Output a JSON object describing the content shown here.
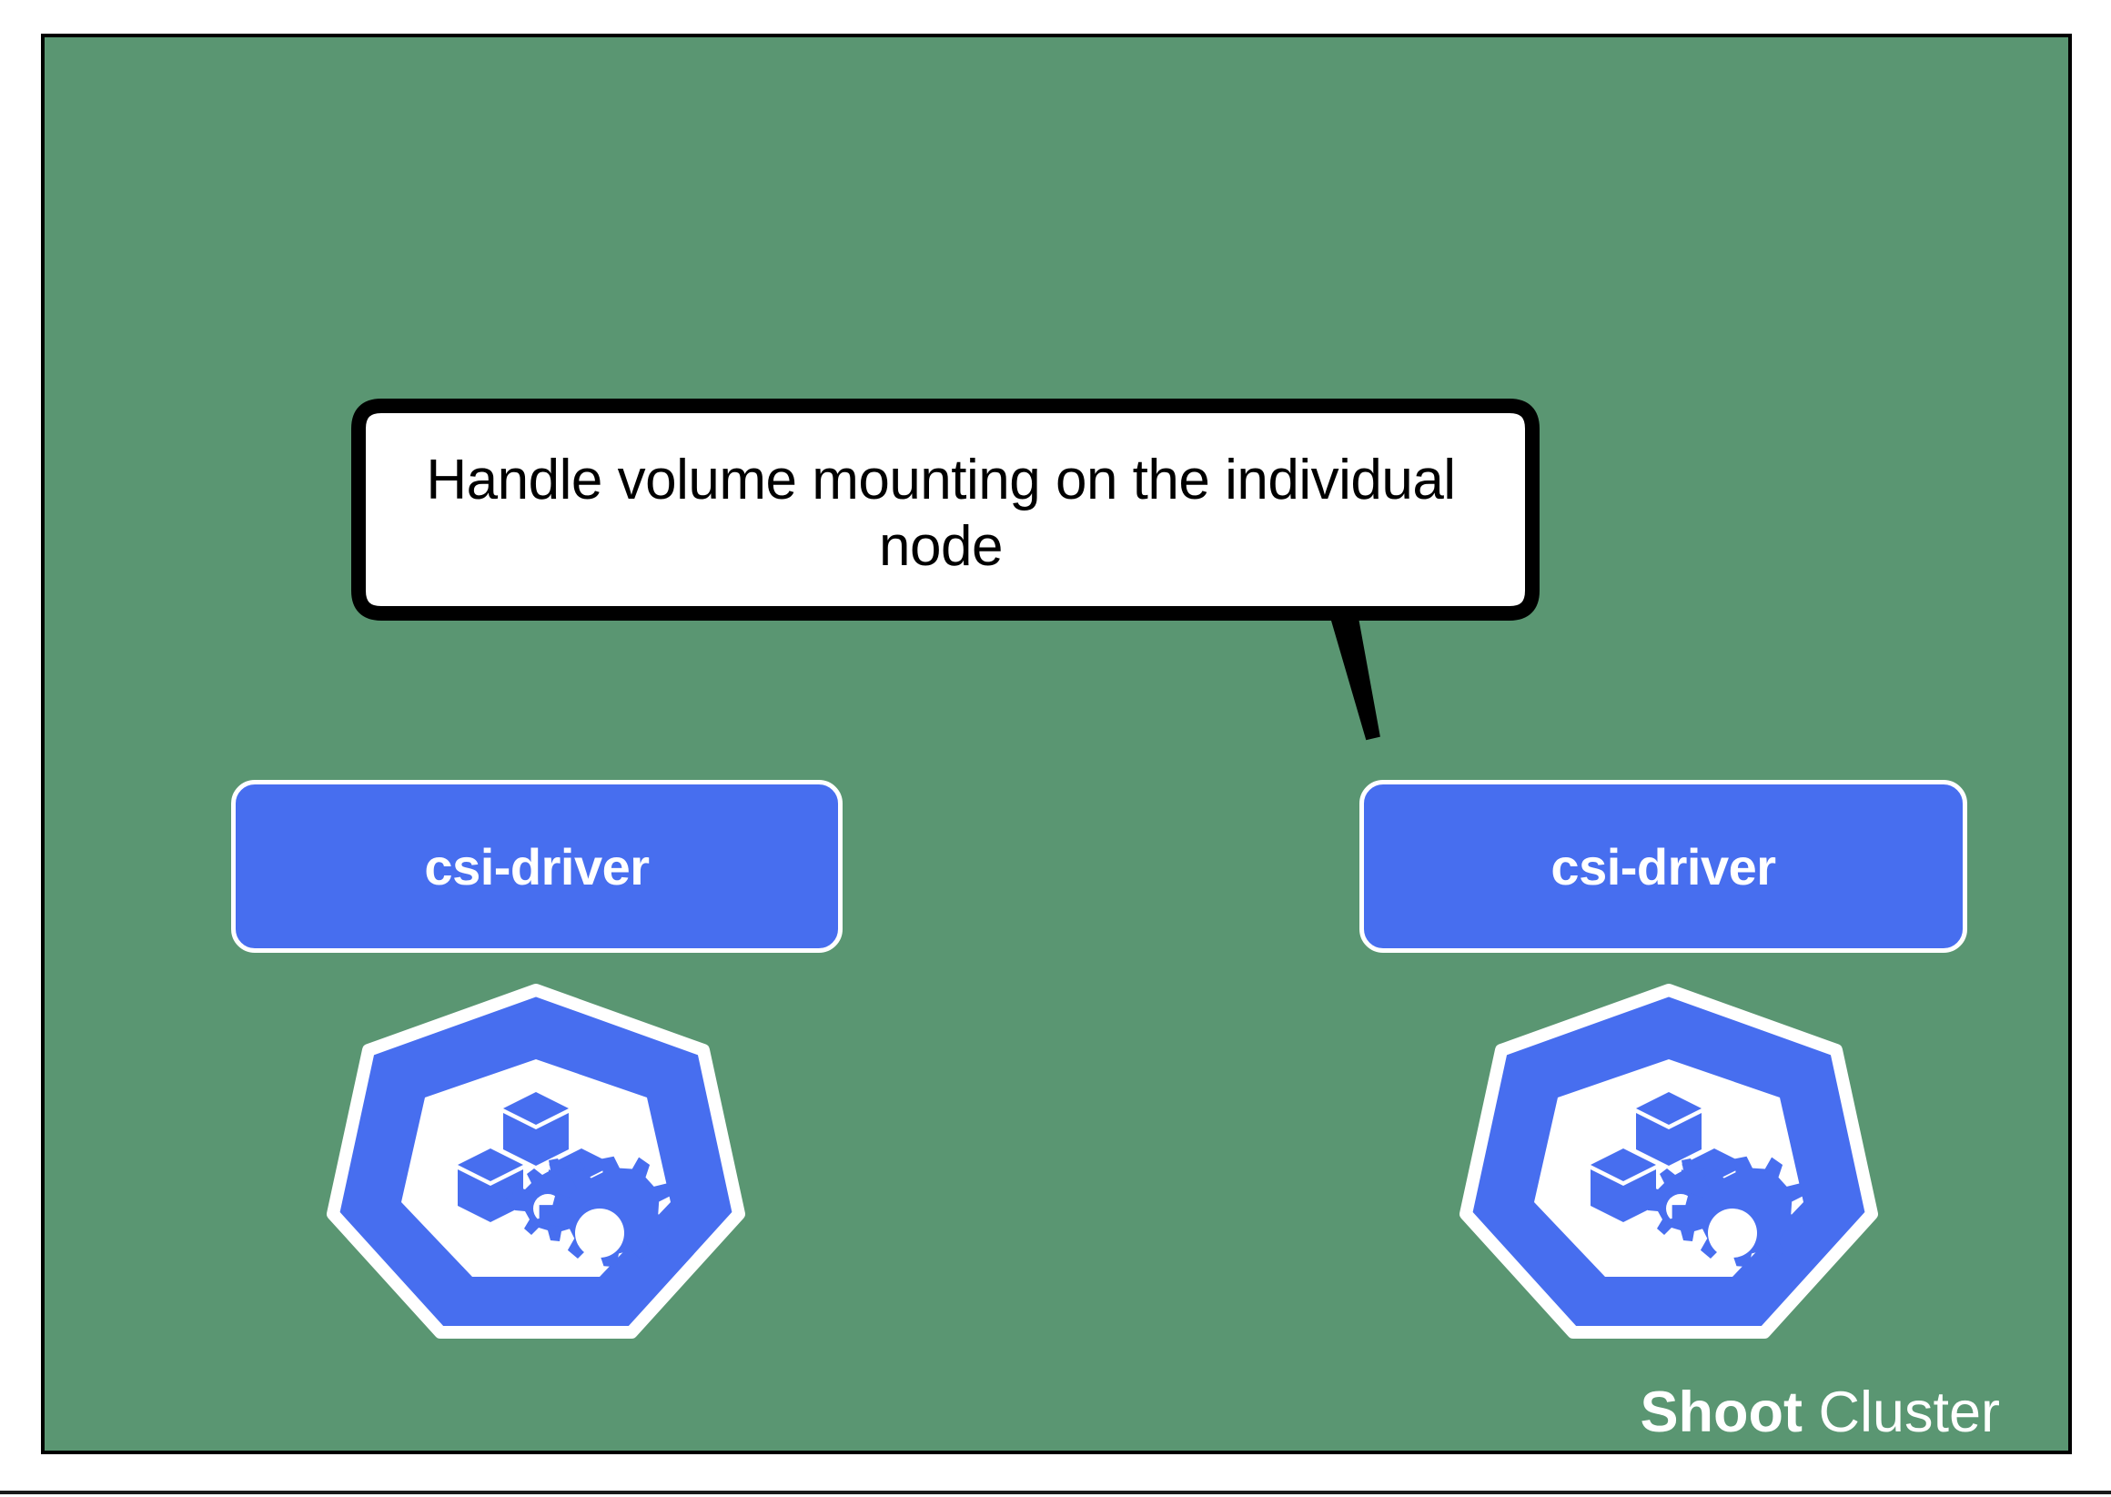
{
  "diagram": {
    "title_caption": {
      "bold_part": "Shoot",
      "regular_part": " Cluster"
    },
    "panel": {
      "name": "shoot-cluster-panel",
      "background_color": "#5a9672",
      "border_color": "#000000"
    },
    "callout": {
      "text": "Handle volume mounting on the individual node",
      "line1": "Handle volume mounting on the",
      "line2": "individual node",
      "fill_color": "#ffffff",
      "stroke_color": "#000000",
      "points_to": "node-right"
    },
    "nodes": [
      {
        "id": "node-left",
        "driver_label": "csi-driver",
        "driver_fill": "#476eef",
        "driver_border": "#ffffff",
        "icon": "kubernetes-node-icon"
      },
      {
        "id": "node-right",
        "driver_label": "csi-driver",
        "driver_fill": "#476eef",
        "driver_border": "#ffffff",
        "icon": "kubernetes-node-icon"
      }
    ]
  }
}
